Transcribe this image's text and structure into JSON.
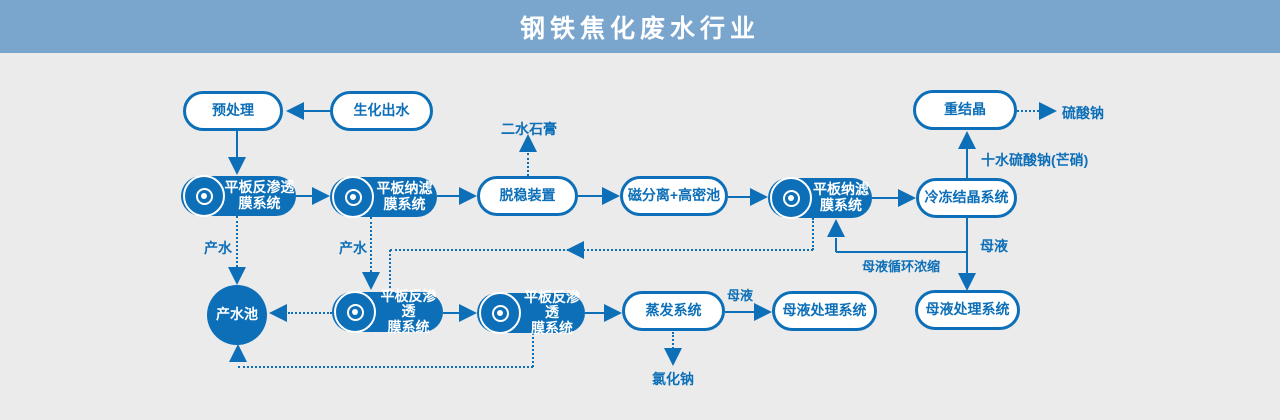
{
  "header": {
    "title": "钢铁焦化废水行业"
  },
  "colors": {
    "blue": "#0d6fb8",
    "bg": "#ebebeb",
    "header": "#7aa6ce"
  },
  "diagram": {
    "nodes": {
      "pretreatment": "预处理",
      "bio_effluent": "生化出水",
      "ro_top": "平板反渗透\n膜系统",
      "nf_top": "平板纳滤\n膜系统",
      "destabilizer": "脱稳装置",
      "magnetic_separation": "磁分离+高密池",
      "nf_right": "平板纳滤\n膜系统",
      "freeze_crystallization": "冷冻结晶系统",
      "recrystallization": "重结晶",
      "product_water_pool": "产水池",
      "ro_bottom_1": "平板反渗透\n膜系统",
      "ro_bottom_2": "平板反渗透\n膜系统",
      "evaporation": "蒸发系统",
      "ml_treatment_left": "母液处理系统",
      "ml_treatment_right": "母液处理系统"
    },
    "labels": {
      "gypsum": "二水石膏",
      "sodium_sulfate": "硫酸钠",
      "mirabilite": "十水硫酸钠(芒硝)",
      "product_water_1": "产水",
      "product_water_2": "产水",
      "mother_liquor_right": "母液",
      "ml_recycle": "母液循环浓缩",
      "mother_liquor_mid": "母液",
      "sodium_chloride": "氯化钠"
    }
  }
}
